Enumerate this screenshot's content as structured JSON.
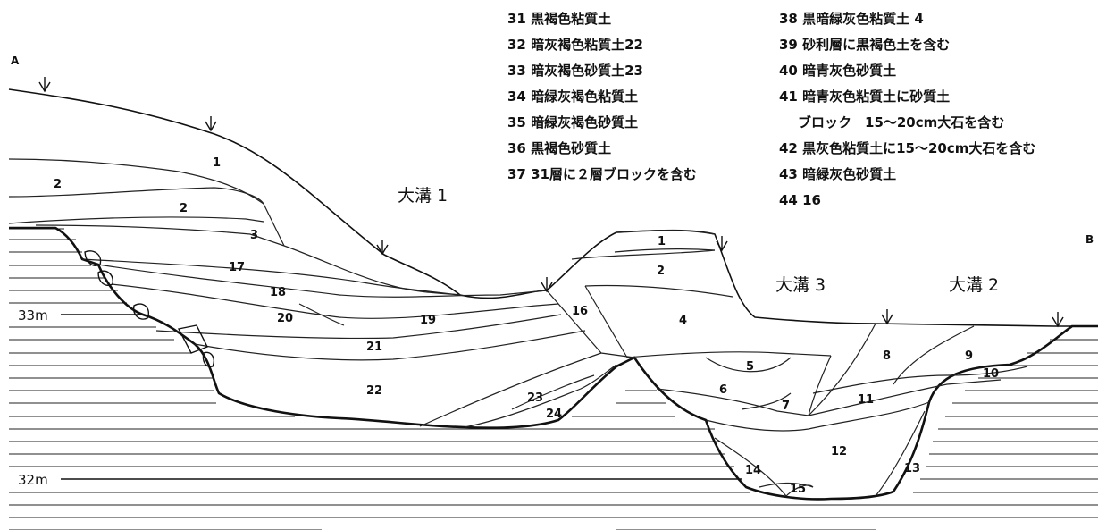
{
  "section": {
    "endpoints": {
      "left": "A",
      "right": "B"
    },
    "elevations": [
      "33m",
      "32m"
    ],
    "ditches": [
      "大溝 1",
      "大溝 3",
      "大溝 2"
    ]
  },
  "legend": {
    "left": [
      "31 黒褐色粘質土",
      "32 暗灰褐色粘質土22",
      "33 暗灰褐色砂質土23",
      "34 暗緑灰褐色粘質土",
      "35 暗緑灰褐色砂質土",
      "36 黒褐色砂質土",
      "37 31層に２層ブロックを含む"
    ],
    "right": [
      "38 黒暗緑灰色粘質土 4",
      "39 砂利層に黒褐色土を含む",
      "40 暗青灰色砂質土",
      "41 暗青灰色粘質土に砂質土",
      "ブロック　15～20cm大石を含む",
      "42 黒灰色粘質土に15～20cm大石を含む",
      "43 暗緑灰色砂質土",
      "44 16"
    ]
  },
  "layers": [
    "1",
    "2",
    "2",
    "3",
    "17",
    "18",
    "20",
    "19",
    "21",
    "22",
    "23",
    "24",
    "16",
    "1",
    "2",
    "4",
    "5",
    "6",
    "7",
    "8",
    "9",
    "10",
    "11",
    "12",
    "13",
    "14",
    "15"
  ]
}
